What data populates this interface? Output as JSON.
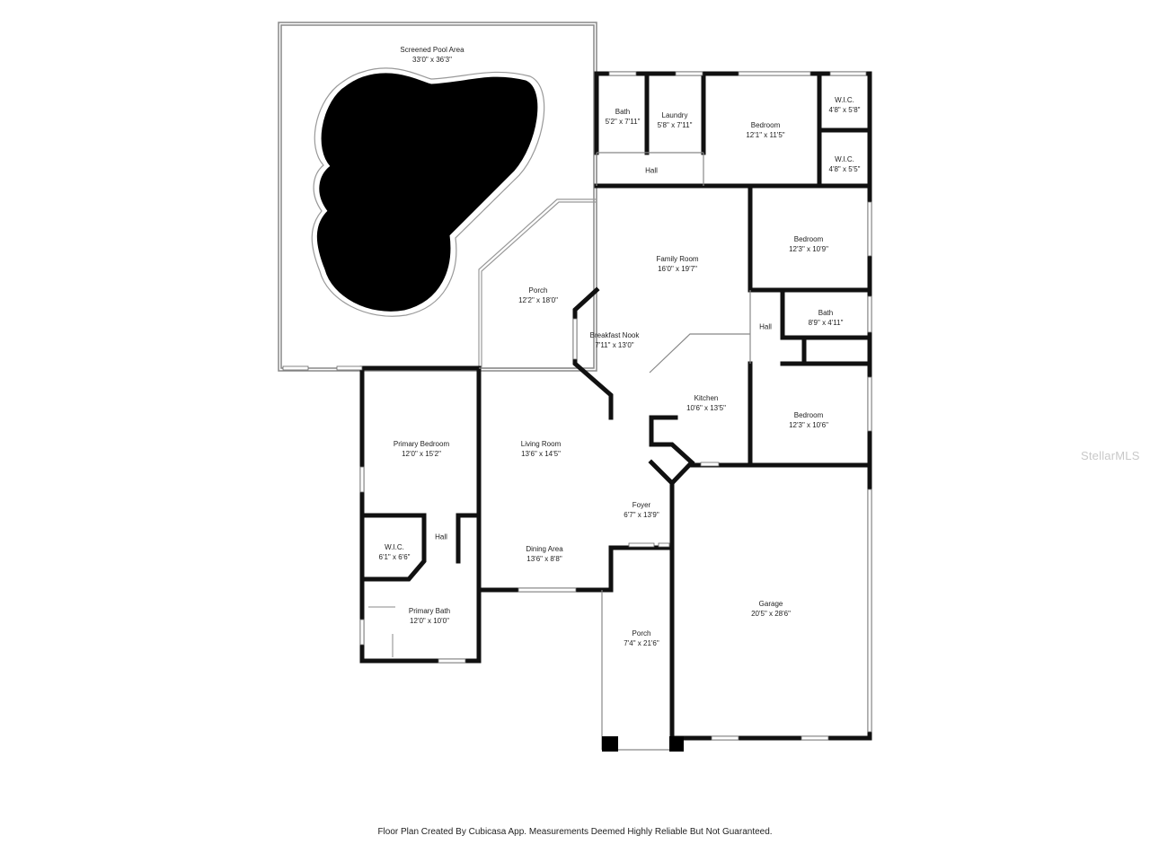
{
  "rooms": [
    {
      "name": "Screened Pool Area",
      "dim": "33'0\" x 36'3\""
    },
    {
      "name": "Bath",
      "dim": "5'2\" x 7'11\""
    },
    {
      "name": "Laundry",
      "dim": "5'8\" x 7'11\""
    },
    {
      "name": "Bedroom",
      "dim": "12'1\" x 11'5\""
    },
    {
      "name": "W.I.C.",
      "dim": "4'8\" x 5'8\""
    },
    {
      "name": "W.I.C.",
      "dim": "4'8\" x 5'5\""
    },
    {
      "name": "Hall",
      "dim": ""
    },
    {
      "name": "Family Room",
      "dim": "16'0\" x 19'7\""
    },
    {
      "name": "Bedroom",
      "dim": "12'3\" x 10'9\""
    },
    {
      "name": "Porch",
      "dim": "12'2\" x 18'0\""
    },
    {
      "name": "Bath",
      "dim": "8'9\" x 4'11\""
    },
    {
      "name": "Hall",
      "dim": ""
    },
    {
      "name": "Breakfast Nook",
      "dim": "7'11\" x 13'0\""
    },
    {
      "name": "Kitchen",
      "dim": "10'6\" x 13'5\""
    },
    {
      "name": "Bedroom",
      "dim": "12'3\" x 10'6\""
    },
    {
      "name": "Primary Bedroom",
      "dim": "12'0\" x 15'2\""
    },
    {
      "name": "Living Room",
      "dim": "13'6\" x 14'5\""
    },
    {
      "name": "Foyer",
      "dim": "6'7\" x 13'9\""
    },
    {
      "name": "W.I.C.",
      "dim": "6'1\" x 6'6\""
    },
    {
      "name": "Hall",
      "dim": ""
    },
    {
      "name": "Dining Area",
      "dim": "13'6\" x 8'8\""
    },
    {
      "name": "Garage",
      "dim": "20'5\" x 28'6\""
    },
    {
      "name": "Primary Bath",
      "dim": "12'0\" x 10'0\""
    },
    {
      "name": "Porch",
      "dim": "7'4\" x 21'6\""
    }
  ],
  "footer": "Floor Plan Created By Cubicasa App. Measurements Deemed Highly Reliable But Not Guaranteed.",
  "watermark": "StellarMLS",
  "colors": {
    "wall": "#111111",
    "thin_wall": "#888888",
    "pool": "#000000",
    "background": "#ffffff"
  }
}
